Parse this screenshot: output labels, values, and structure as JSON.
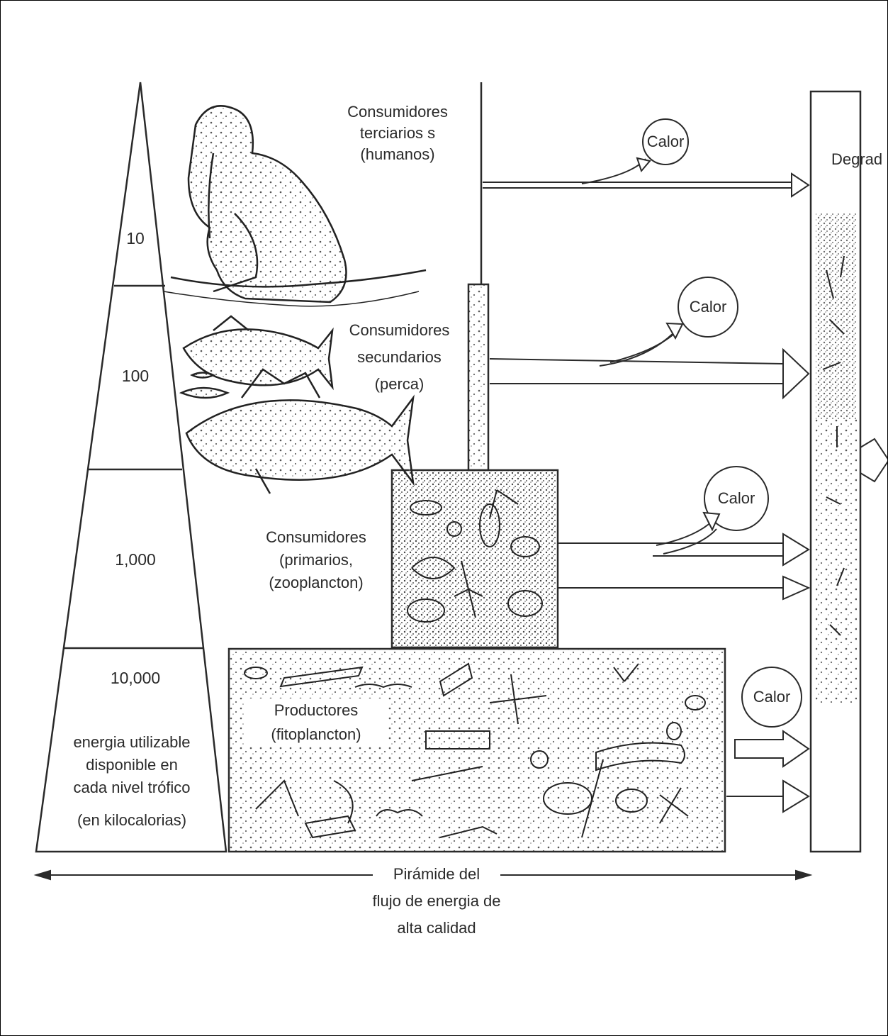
{
  "levels": [
    {
      "energy": "10",
      "label_lines": [
        "Consumidores",
        "terciarios s",
        "(humanos)"
      ]
    },
    {
      "energy": "100",
      "label_lines": [
        "Consumidores",
        "secundarios",
        "(perca)"
      ]
    },
    {
      "energy": "1,000",
      "label_lines": [
        "Consumidores",
        "(primarios,",
        "(zooplancton)"
      ]
    },
    {
      "energy": "10,000",
      "label_lines": [
        "Productores",
        "(fitoplancton)"
      ]
    }
  ],
  "pyramid_caption_lines": [
    "energia utilizable",
    "disponible en",
    "cada nivel trófico",
    "(en kilocalorias)"
  ],
  "heat_label": "Calor",
  "degradation_label": "Degrad",
  "axis_caption_lines": [
    "Pirámide del",
    "flujo de energia de",
    "alta calidad"
  ],
  "colors": {
    "ink": "#2a2a2a",
    "stipple": "#555555",
    "paper": "#ffffff"
  }
}
